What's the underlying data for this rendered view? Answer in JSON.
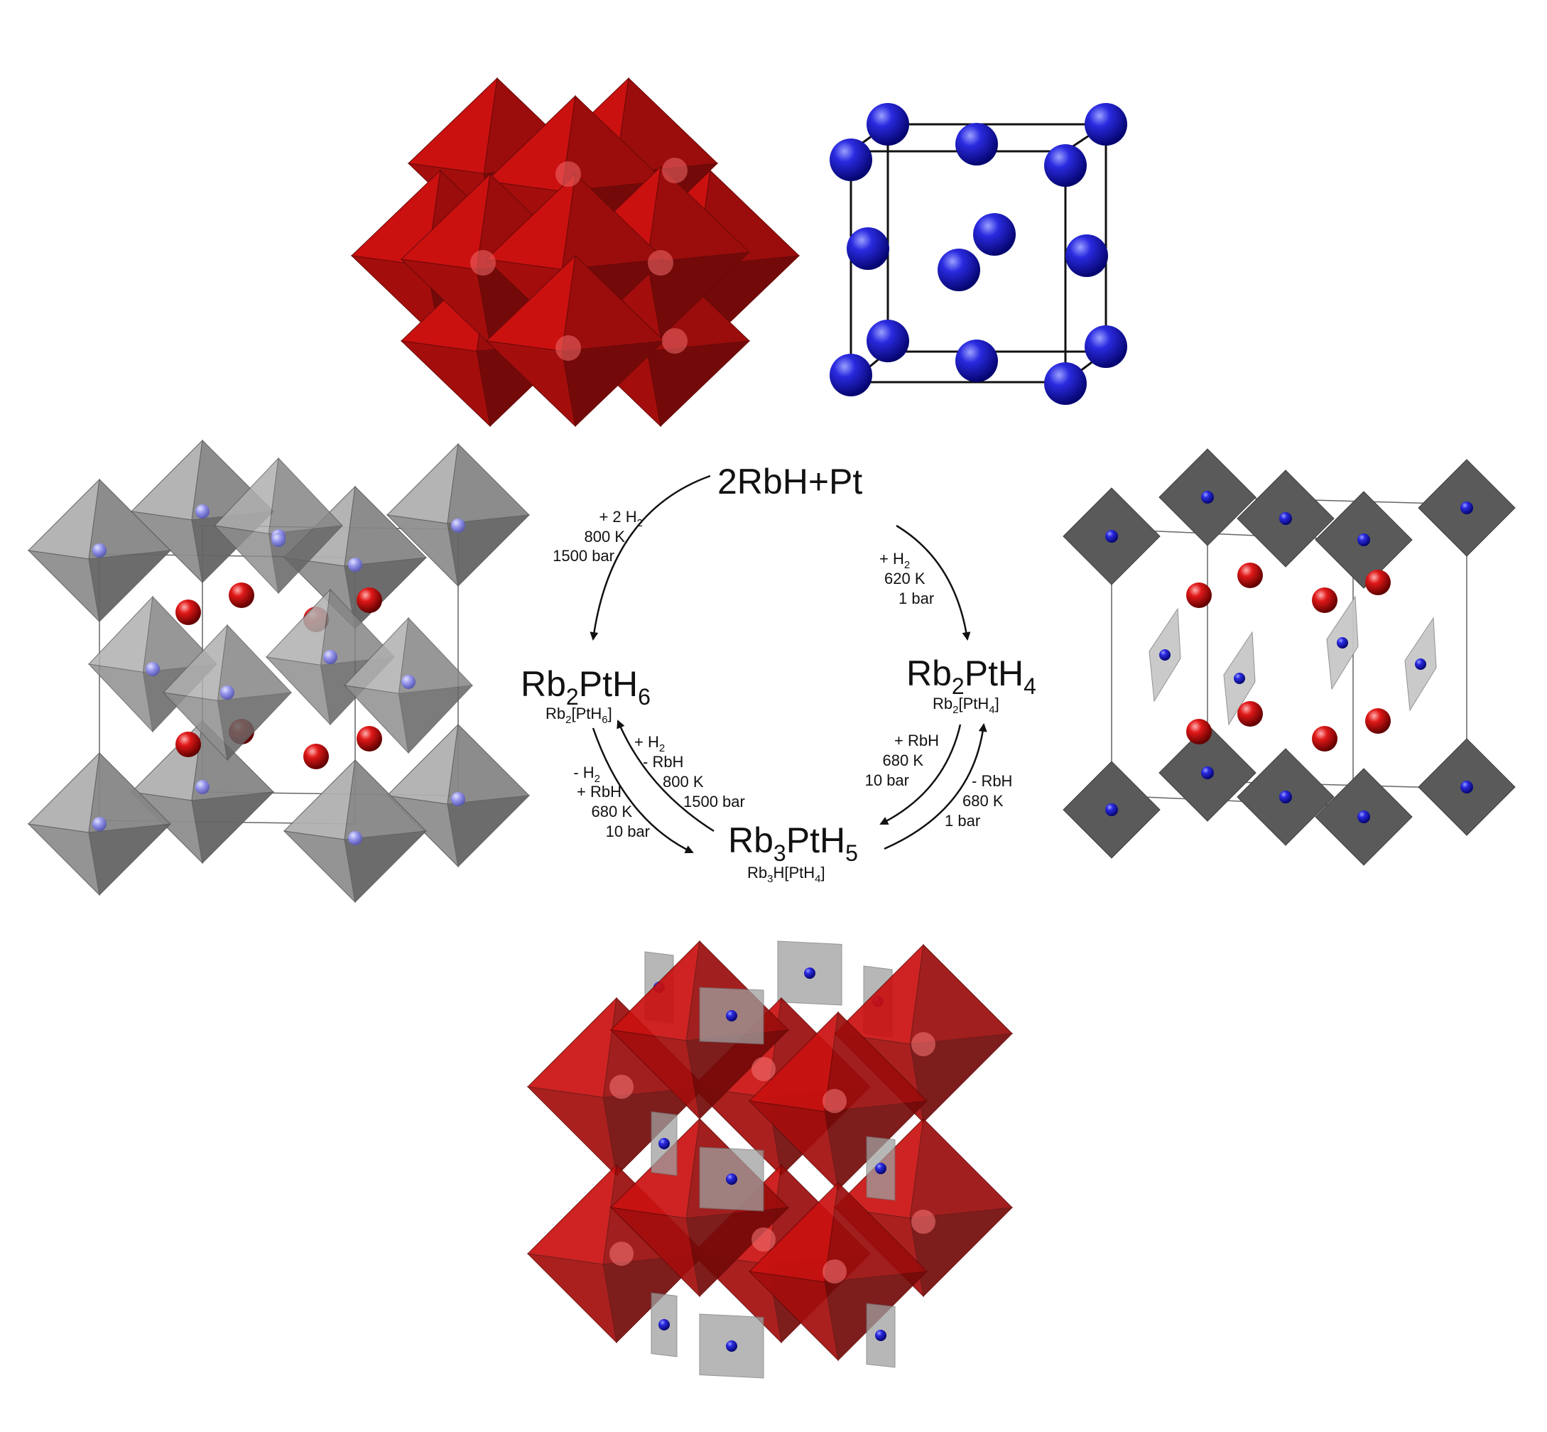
{
  "reactant": {
    "parts": [
      "2RbH+Pt"
    ]
  },
  "compounds": [
    {
      "id": "rb2pth6",
      "name": [
        "Rb",
        "2",
        "PtH",
        "6"
      ],
      "sub": [
        "Rb",
        "2",
        "[PtH",
        "6",
        "]"
      ]
    },
    {
      "id": "rb2pth4",
      "name": [
        "Rb",
        "2",
        "PtH",
        "4"
      ],
      "sub": [
        "Rb",
        "2",
        "[PtH",
        "4",
        "]"
      ]
    },
    {
      "id": "rb3pth5",
      "name": [
        "Rb",
        "3",
        "PtH",
        "5"
      ],
      "sub": [
        "Rb",
        "3",
        "H[PtH",
        "4",
        "]"
      ]
    }
  ],
  "conditions": {
    "to_rb2pth6": [
      "+ 2 H2",
      "800 K",
      "1500 bar"
    ],
    "to_rb2pth4": [
      "+ H2",
      "620 K",
      "1 bar"
    ],
    "rb2pth6_to_rb3pth5": [
      "- H2",
      "+ RbH",
      "680 K",
      "10 bar"
    ],
    "rb3pth5_to_rb2pth6": [
      "+ H2",
      "- RbH",
      "800 K",
      "1500 bar"
    ],
    "rb2pth4_to_rb3pth5": [
      "+  RbH",
      "680 K",
      "10 bar"
    ],
    "rb3pth5_to_rb2pth4": [
      "- RbH",
      "680 K",
      "1 bar"
    ]
  },
  "colors": {
    "octahedron_red": "#c0100f",
    "octahedron_grey": "#a8a8a8",
    "square_dark": "#5a5a5a",
    "atom_blue": "#1010c8",
    "atom_red": "#d01010"
  }
}
